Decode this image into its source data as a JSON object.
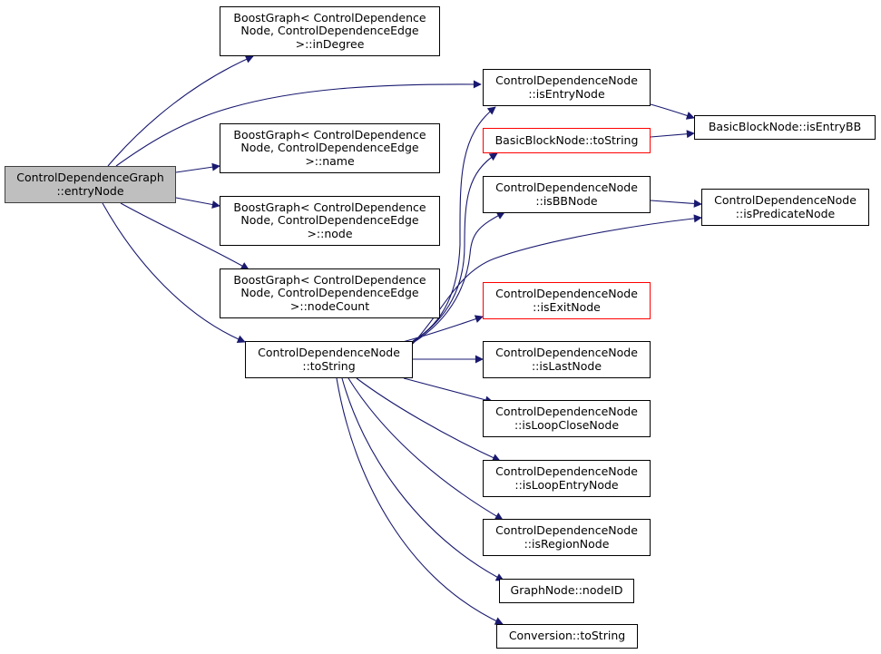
{
  "colors": {
    "edge": "#191970",
    "focus_fill": "#bfbfbf",
    "red_border": "#ff0000"
  },
  "nodes": {
    "cdg_entry": {
      "lines": [
        "ControlDependenceGraph",
        "::entryNode"
      ]
    },
    "bg_indegree": {
      "lines": [
        "BoostGraph< ControlDependence",
        "Node, ControlDependenceEdge",
        ">::inDegree"
      ]
    },
    "bg_name": {
      "lines": [
        "BoostGraph< ControlDependence",
        "Node, ControlDependenceEdge",
        ">::name"
      ]
    },
    "bg_node": {
      "lines": [
        "BoostGraph< ControlDependence",
        "Node, ControlDependenceEdge",
        ">::node"
      ]
    },
    "bg_nodecount": {
      "lines": [
        "BoostGraph< ControlDependence",
        "Node, ControlDependenceEdge",
        ">::nodeCount"
      ]
    },
    "cdn_tostring": {
      "lines": [
        "ControlDependenceNode",
        "::toString"
      ]
    },
    "cdn_isentry": {
      "lines": [
        "ControlDependenceNode",
        "::isEntryNode"
      ]
    },
    "bbn_tostring": {
      "lines": [
        "BasicBlockNode::toString"
      ]
    },
    "cdn_isbb": {
      "lines": [
        "ControlDependenceNode",
        "::isBBNode"
      ]
    },
    "cdn_isexit": {
      "lines": [
        "ControlDependenceNode",
        "::isExitNode"
      ]
    },
    "cdn_islast": {
      "lines": [
        "ControlDependenceNode",
        "::isLastNode"
      ]
    },
    "cdn_isloopclose": {
      "lines": [
        "ControlDependenceNode",
        "::isLoopCloseNode"
      ]
    },
    "cdn_isloopentry": {
      "lines": [
        "ControlDependenceNode",
        "::isLoopEntryNode"
      ]
    },
    "cdn_isregion": {
      "lines": [
        "ControlDependenceNode",
        "::isRegionNode"
      ]
    },
    "gn_nodeid": {
      "lines": [
        "GraphNode::nodeID"
      ]
    },
    "conv_tostring": {
      "lines": [
        "Conversion::toString"
      ]
    },
    "bbn_isentrybb": {
      "lines": [
        "BasicBlockNode::isEntryBB"
      ]
    },
    "cdn_ispredicate": {
      "lines": [
        "ControlDependenceNode",
        "::isPredicateNode"
      ]
    }
  },
  "edges": [
    {
      "from": "cdg_entry",
      "to": "bg_indegree"
    },
    {
      "from": "cdg_entry",
      "to": "cdn_isentry"
    },
    {
      "from": "cdg_entry",
      "to": "bg_name"
    },
    {
      "from": "cdg_entry",
      "to": "bg_node"
    },
    {
      "from": "cdg_entry",
      "to": "bg_nodecount"
    },
    {
      "from": "cdg_entry",
      "to": "cdn_tostring"
    },
    {
      "from": "cdn_isentry",
      "to": "bbn_isentrybb"
    },
    {
      "from": "bbn_tostring",
      "to": "bbn_isentrybb"
    },
    {
      "from": "cdn_isbb",
      "to": "cdn_ispredicate"
    },
    {
      "from": "cdn_tostring",
      "to": "cdn_isentry"
    },
    {
      "from": "cdn_tostring",
      "to": "bbn_tostring"
    },
    {
      "from": "cdn_tostring",
      "to": "cdn_isbb"
    },
    {
      "from": "cdn_tostring",
      "to": "cdn_ispredicate"
    },
    {
      "from": "cdn_tostring",
      "to": "cdn_isexit"
    },
    {
      "from": "cdn_tostring",
      "to": "cdn_islast"
    },
    {
      "from": "cdn_tostring",
      "to": "cdn_isloopclose"
    },
    {
      "from": "cdn_tostring",
      "to": "cdn_isloopentry"
    },
    {
      "from": "cdn_tostring",
      "to": "cdn_isregion"
    },
    {
      "from": "cdn_tostring",
      "to": "gn_nodeid"
    },
    {
      "from": "cdn_tostring",
      "to": "conv_tostring"
    }
  ]
}
